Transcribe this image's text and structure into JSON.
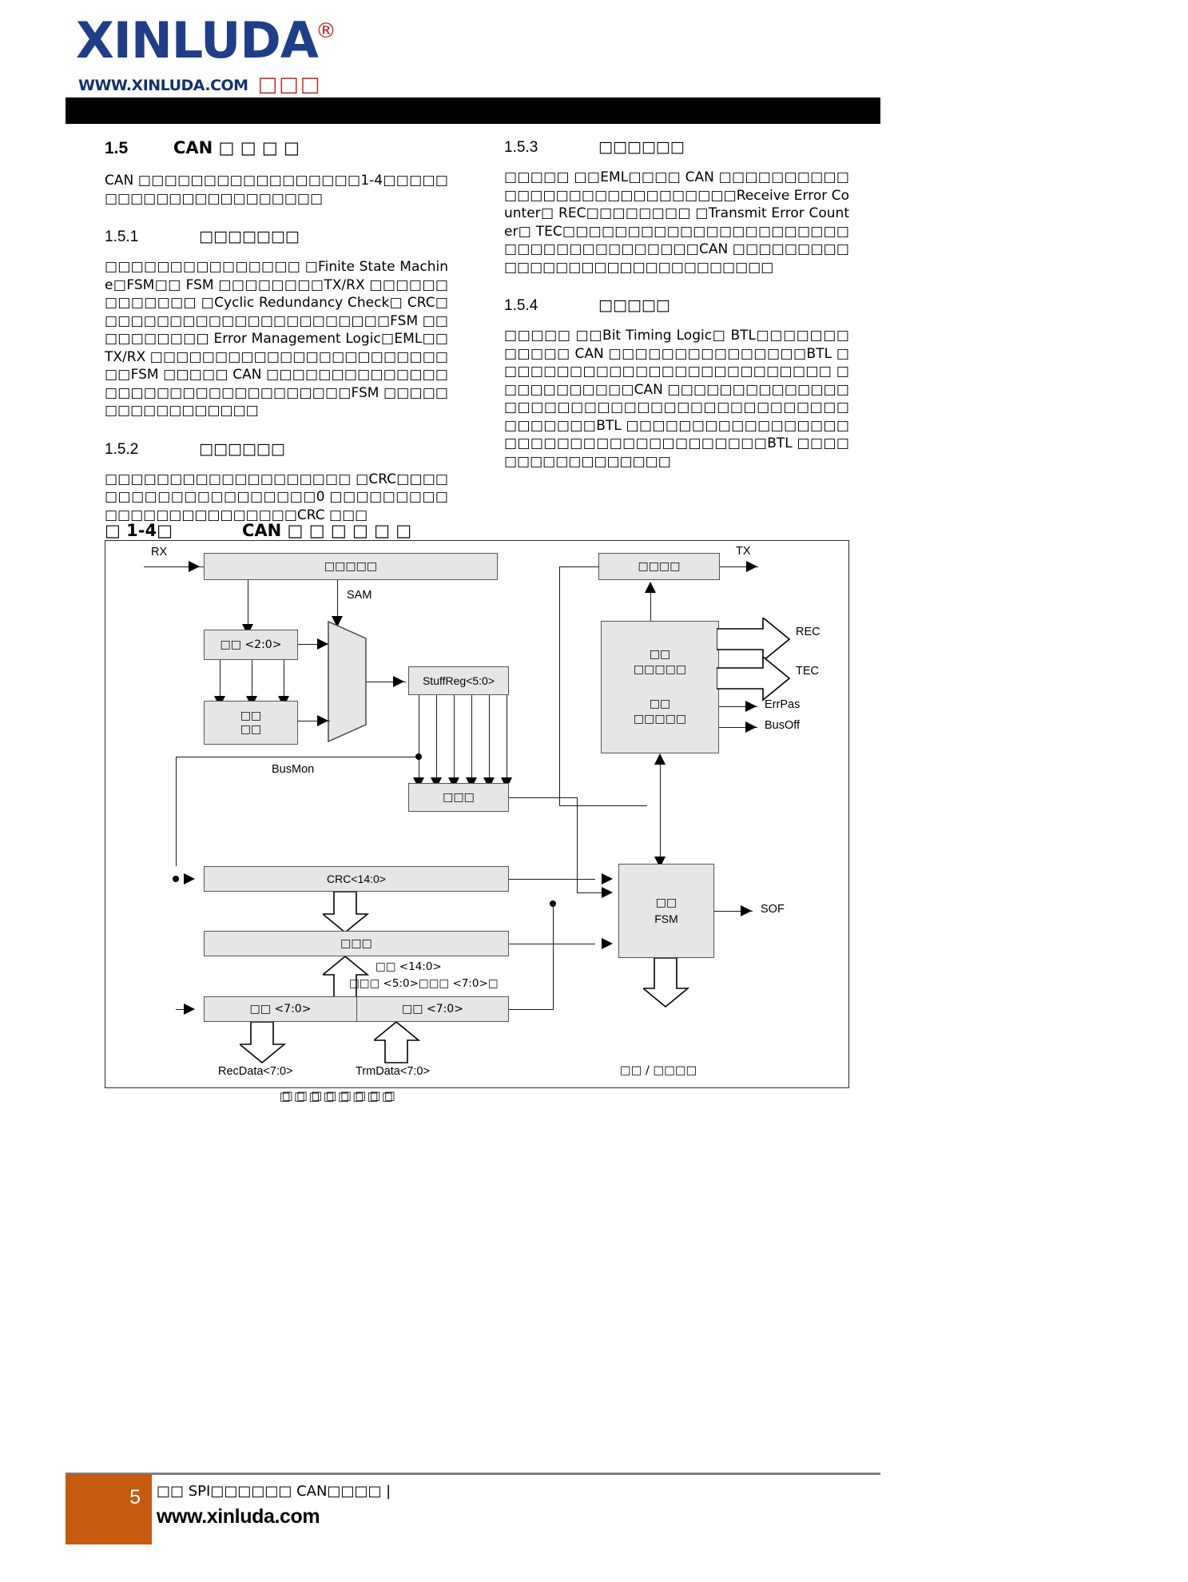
{
  "logo": {
    "word": "XINLUDA",
    "registered": "®",
    "url": "WWW.XINLUDA.COM",
    "cn": "□□□"
  },
  "sections": {
    "s15": {
      "num": "1.5",
      "title": "CAN □ □ □ □",
      "body": "CAN □□□□□□□□□□□□□□□□□1-4□□□□□□□□□□□□□□□□□□□□□□"
    },
    "s151": {
      "num": "1.5.1",
      "title": "□□□□□□□",
      "body": "□□□□□□□□□□□□□□□ □Finite State Machine□FSM□□ FSM □□□□□□□□TX/RX □□□□□□□□□□□□□ □Cyclic Redundancy Check□ CRC□□□□□□□□□□□□□□□□□□□□□□□FSM □□□□□□□□□□ Error Management Logic□EML□□ TX/RX □□□□□□□□□□□□□□□□□□□□□□□□□FSM □□□□□ CAN □□□□□□□□□□□□□□□□□□□□□□□□□□□□□□□□□FSM □□□□□□□□□□□□□□□□□"
    },
    "s152": {
      "num": "1.5.2",
      "title": "□□□□□□",
      "body": "□□□□□□□□□□□□□□□□□□□ □CRC□□□□□□□□□□□□□□□□□□□□0 □□□□□□□□□□□□□□□□□□□□□□□□CRC □□□"
    },
    "s153": {
      "num": "1.5.3",
      "title": "□□□□□□",
      "body": "□□□□□ □□EML□□□□ CAN □□□□□□□□□□□□□□□□□□□□□□□□□□□□Receive Error Counter□ REC□□□□□□□□ □Transmit Error Counter□ TEC□□□□□□□□□□□□□□□□□□□□□□□□□□□□□□□□□□□□□CAN □□□□□□□□□□□□□□□□□□□□□□□□□□□□□□"
    },
    "s154": {
      "num": "1.5.4",
      "title": "□□□□□",
      "body": "□□□□□ □□Bit Timing Logic□ BTL□□□□□□□□□□□□ CAN □□□□□□□□□□□□□□□BTL □□□□□□□□□□□□□□□□□□□□□□□□□□ □□□□□□□□□□□CAN □□□□□□□□□□□□□□□□□□□□□□□□□□□□□□□□□□□□□□□□□□□□□□□BTL □□□□□□□□□□□□□□□□□□□□□□□□□□□□□□□□□□□□□BTL □□□□□□□□□□□□□□□□□"
    }
  },
  "figure": {
    "caption_num": "□ 1-4□",
    "caption_title": "CAN □ □ □ □ □ □",
    "labels": {
      "rx": "RX",
      "tx": "TX",
      "sam": "SAM",
      "busmon": "BusMon",
      "rec": "REC",
      "tec": "TEC",
      "errpas": "ErrPas",
      "busoff": "BusOff",
      "sof": "SOF",
      "recdata": "RecData<7:0>",
      "trmdata": "TrmData<7:0>",
      "stuffreg": "StuffReg<5:0>",
      "crc": "CRC<14:0>",
      "bit_sample": "□□□□□",
      "tx_block": "□□□□",
      "reg_2_0": "□□  <2:0>",
      "vote_logic": "□□\n□□",
      "shift_reg_small": "□□□",
      "crc_shift": "□□□",
      "err_block_l1": "□□",
      "err_block_l2": "□□□□□",
      "err_block_l3": "□□",
      "err_block_l4": "□□□□□",
      "fsm_l1": "□□",
      "fsm_l2": "FSM",
      "data_rec": "□□  <7:0>",
      "data_trm": "□□  <7:0>",
      "annot_l1": "□□  <14:0>",
      "annot_l2": "□□□  <5:0>□□□  <7:0>□",
      "bottom_left": "□ □ □ □ □ □ □ □",
      "bottom_right": "□□ / □□□□"
    }
  },
  "footer": {
    "page": "5",
    "line1": "□□ SPI□□□□□□  CAN□□□□  |",
    "line2": "www.xinluda.com"
  },
  "colors": {
    "logo_blue": "#1F3E87",
    "logo_red": "#C0231F",
    "badge_orange": "#C55A11",
    "box_fill": "#e6e6e6"
  }
}
